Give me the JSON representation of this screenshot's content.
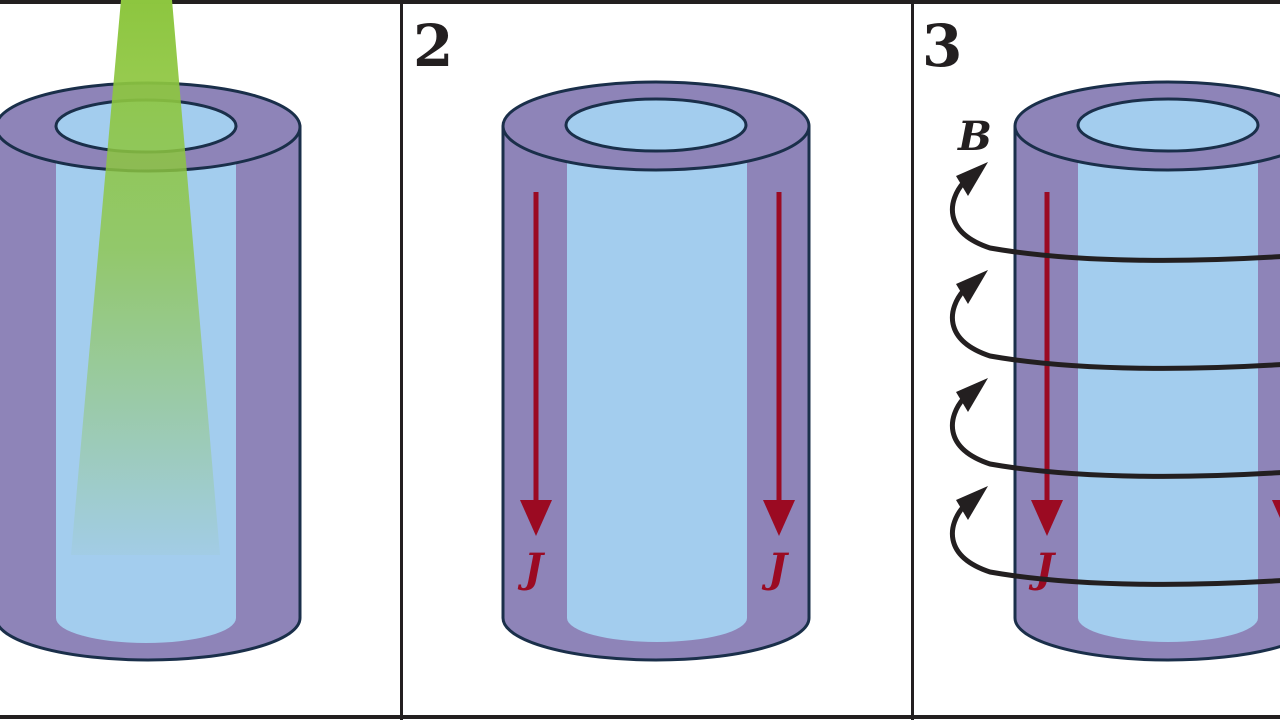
{
  "panels": [
    {
      "label": "",
      "description_hidden": true
    },
    {
      "label": "2"
    },
    {
      "label": "3"
    }
  ],
  "labels": {
    "current": "J",
    "field": "B"
  },
  "colors": {
    "outer_cylinder": "#8e84b8",
    "inner_core": "#a3cdee",
    "outline": "#1a2f4a",
    "beam": "#8dc63f",
    "current_arrow": "#9b0a22",
    "field_line": "#231f20",
    "frame": "#231f20"
  }
}
